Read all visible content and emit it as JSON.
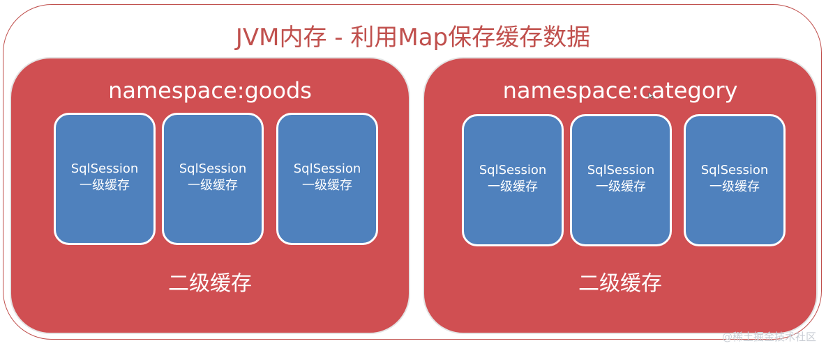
{
  "title": "JVM内存 - 利用Map保存缓存数据",
  "namespaces": [
    {
      "title": "namespace:goods",
      "footer": "二级缓存",
      "sessions": [
        {
          "name": "SqlSession",
          "cache": "一级缓存"
        },
        {
          "name": "SqlSession",
          "cache": "一级缓存"
        },
        {
          "name": "SqlSession",
          "cache": "一级缓存"
        }
      ]
    },
    {
      "title": "namespace:category",
      "footer": "二级缓存",
      "sessions": [
        {
          "name": "SqlSession",
          "cache": "一级缓存"
        },
        {
          "name": "SqlSession",
          "cache": "一级缓存"
        },
        {
          "name": "SqlSession",
          "cache": "一级缓存"
        }
      ]
    }
  ],
  "watermark": "@稀土掘金技术社区",
  "colors": {
    "title": "#c0504d",
    "namespace_fill": "#d04f52",
    "session_fill": "#4f81bd",
    "text_light": "#ffffff"
  },
  "icons": {
    "cursor": "mouse-pointer-icon"
  }
}
